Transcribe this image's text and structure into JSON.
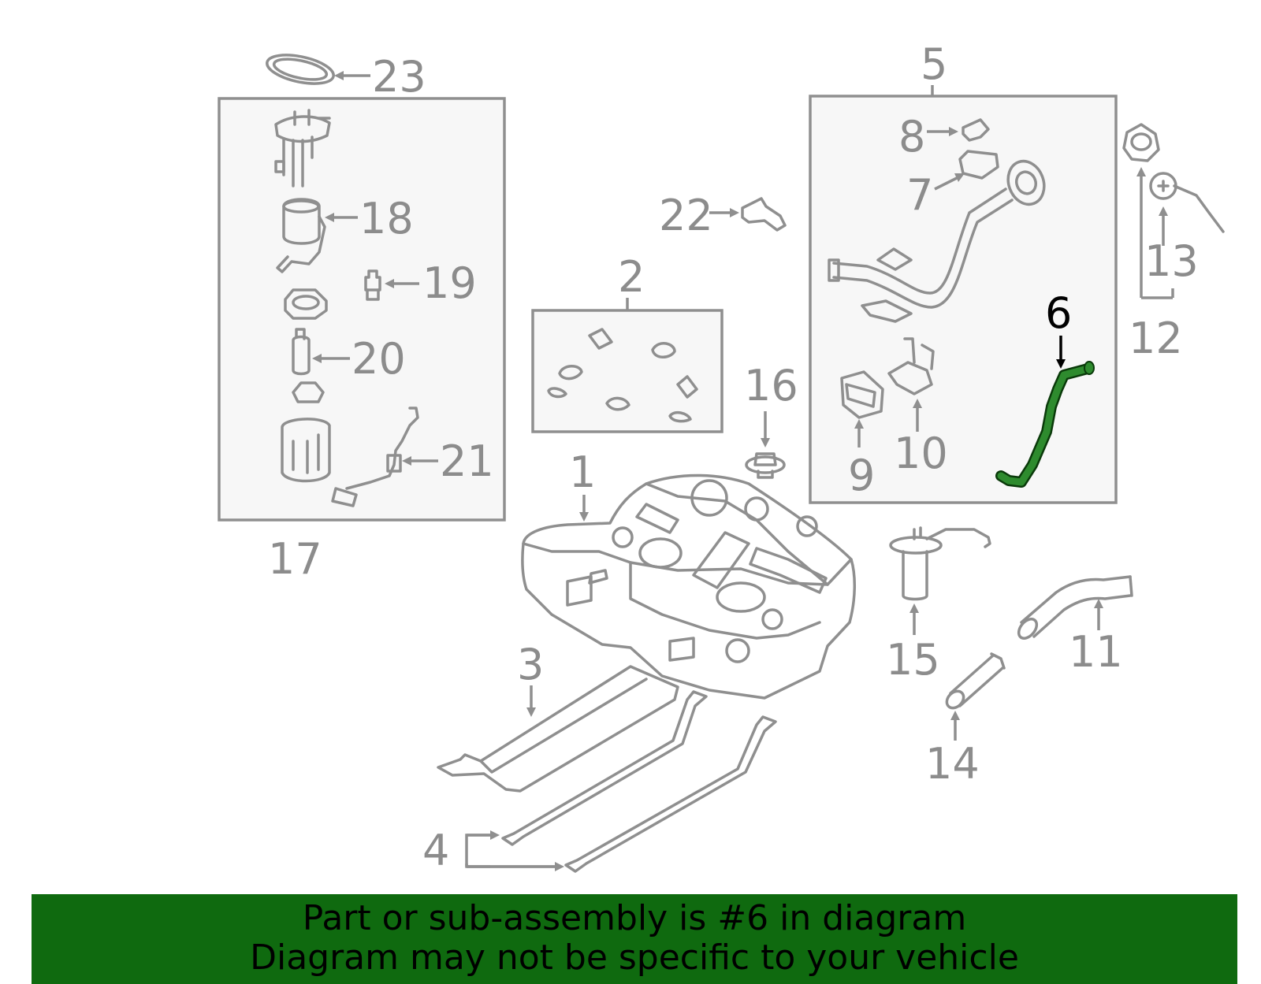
{
  "callouts": [
    {
      "id": "1",
      "text": "1"
    },
    {
      "id": "2",
      "text": "2"
    },
    {
      "id": "3",
      "text": "3"
    },
    {
      "id": "4",
      "text": "4"
    },
    {
      "id": "5",
      "text": "5"
    },
    {
      "id": "6",
      "text": "6",
      "highlighted": true
    },
    {
      "id": "7",
      "text": "7"
    },
    {
      "id": "8",
      "text": "8"
    },
    {
      "id": "9",
      "text": "9"
    },
    {
      "id": "10",
      "text": "10"
    },
    {
      "id": "11",
      "text": "11"
    },
    {
      "id": "12",
      "text": "12"
    },
    {
      "id": "13",
      "text": "13"
    },
    {
      "id": "14",
      "text": "14"
    },
    {
      "id": "15",
      "text": "15"
    },
    {
      "id": "16",
      "text": "16"
    },
    {
      "id": "17",
      "text": "17"
    },
    {
      "id": "18",
      "text": "18"
    },
    {
      "id": "19",
      "text": "19"
    },
    {
      "id": "20",
      "text": "20"
    },
    {
      "id": "21",
      "text": "21"
    },
    {
      "id": "22",
      "text": "22"
    },
    {
      "id": "23",
      "text": "23"
    }
  ],
  "banner": {
    "line1": "Part or sub-assembly is #6 in diagram",
    "line2": "Diagram may not be specific to your vehicle"
  },
  "colors": {
    "line": "#8f8f8f",
    "highlight_part": "#1e7a1e",
    "banner_bg": "#0f6a0f"
  }
}
